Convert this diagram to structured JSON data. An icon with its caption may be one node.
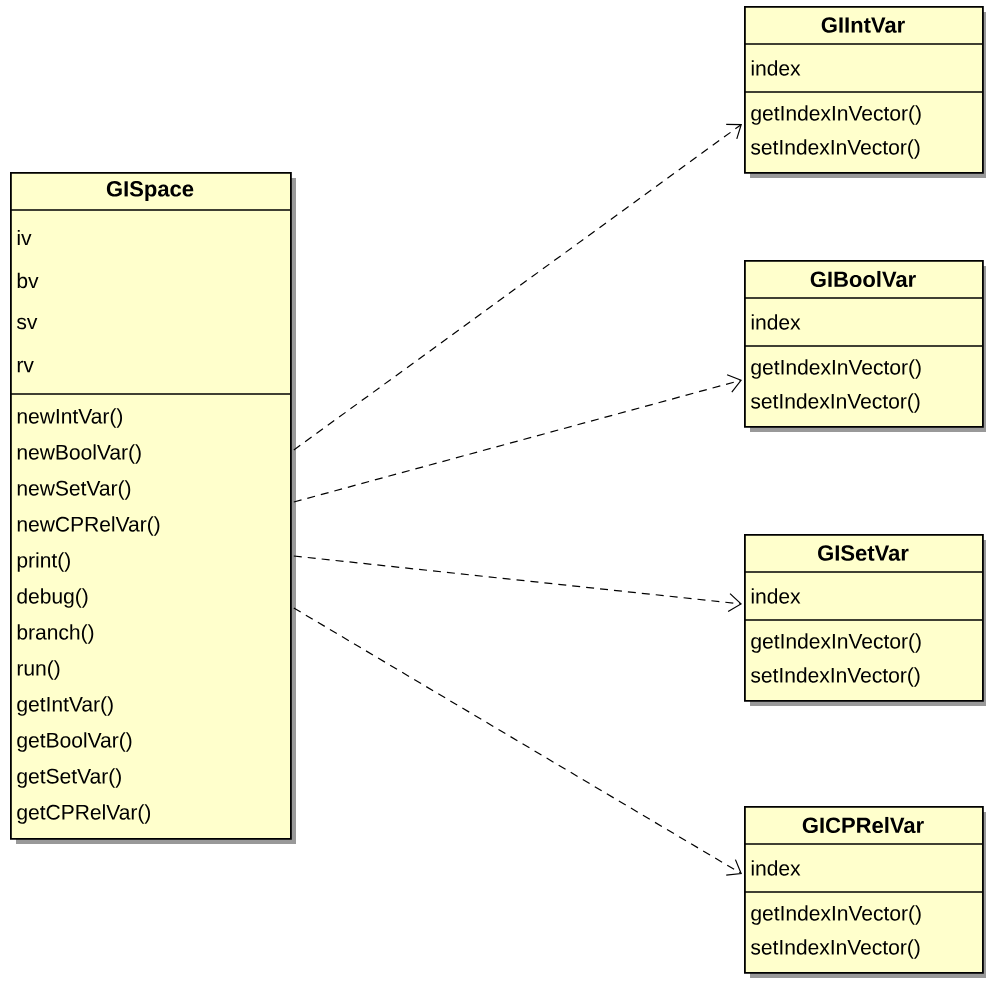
{
  "diagram": {
    "nodes": [
      {
        "text": [
          "GISpace",
          "iv",
          "bv",
          "sv",
          "rv",
          "newIntVar()",
          "newBoolVar()",
          "newSetVar()",
          "newCPRelVar()",
          "print()",
          "debug()",
          "branch()",
          "run()",
          "getIntVar()",
          "getBoolVar()",
          "getSetVar()",
          "getCPRelVar()"
        ]
      },
      {
        "text": [
          "GIIntVar",
          "index",
          "getIndexInVector()",
          "setIndexInVector()"
        ]
      },
      {
        "text": [
          "GIBoolVar",
          "index",
          "getIndexInVector()",
          "setIndexInVector()"
        ]
      },
      {
        "text": [
          "GISetVar",
          "index",
          "getIndexInVector()",
          "setIndexInVector()"
        ]
      },
      {
        "text": [
          "GICPRelVar",
          "index",
          "getIndexInVector()",
          "setIndexInVector()"
        ]
      }
    ],
    "edges": [
      {
        "from": 0,
        "to": 1,
        "arrow": "to",
        "style": "dashed"
      },
      {
        "from": 0,
        "to": 2,
        "arrow": "to",
        "style": "dashed"
      },
      {
        "from": 0,
        "to": 3,
        "arrow": "to",
        "style": "dashed"
      },
      {
        "from": 0,
        "to": 4,
        "arrow": "to",
        "style": "dashed"
      }
    ]
  }
}
